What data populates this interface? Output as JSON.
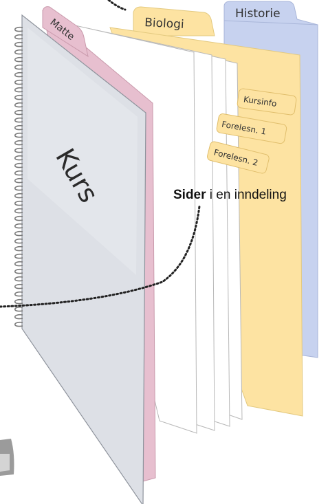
{
  "notebook": {
    "cover_label": "Kurs",
    "colors": {
      "cover": "#dde0e6",
      "matte": "#e7bfcf",
      "biologi": "#fde3a2",
      "historie": "#c7d2ef",
      "page": "#ffffff",
      "spiral": "#7a7a7a"
    }
  },
  "sections": [
    {
      "label": "Matte",
      "color": "#e7bfcf"
    },
    {
      "label": "Biologi",
      "color": "#fde3a2"
    },
    {
      "label": "Historie",
      "color": "#c7d2ef"
    }
  ],
  "pages": [
    {
      "label": "Kursinfo"
    },
    {
      "label": "Forelesn. 1"
    },
    {
      "label": "Forelesn. 2"
    }
  ],
  "caption": {
    "bold": "Sider",
    "rest": " i en inndeling"
  }
}
